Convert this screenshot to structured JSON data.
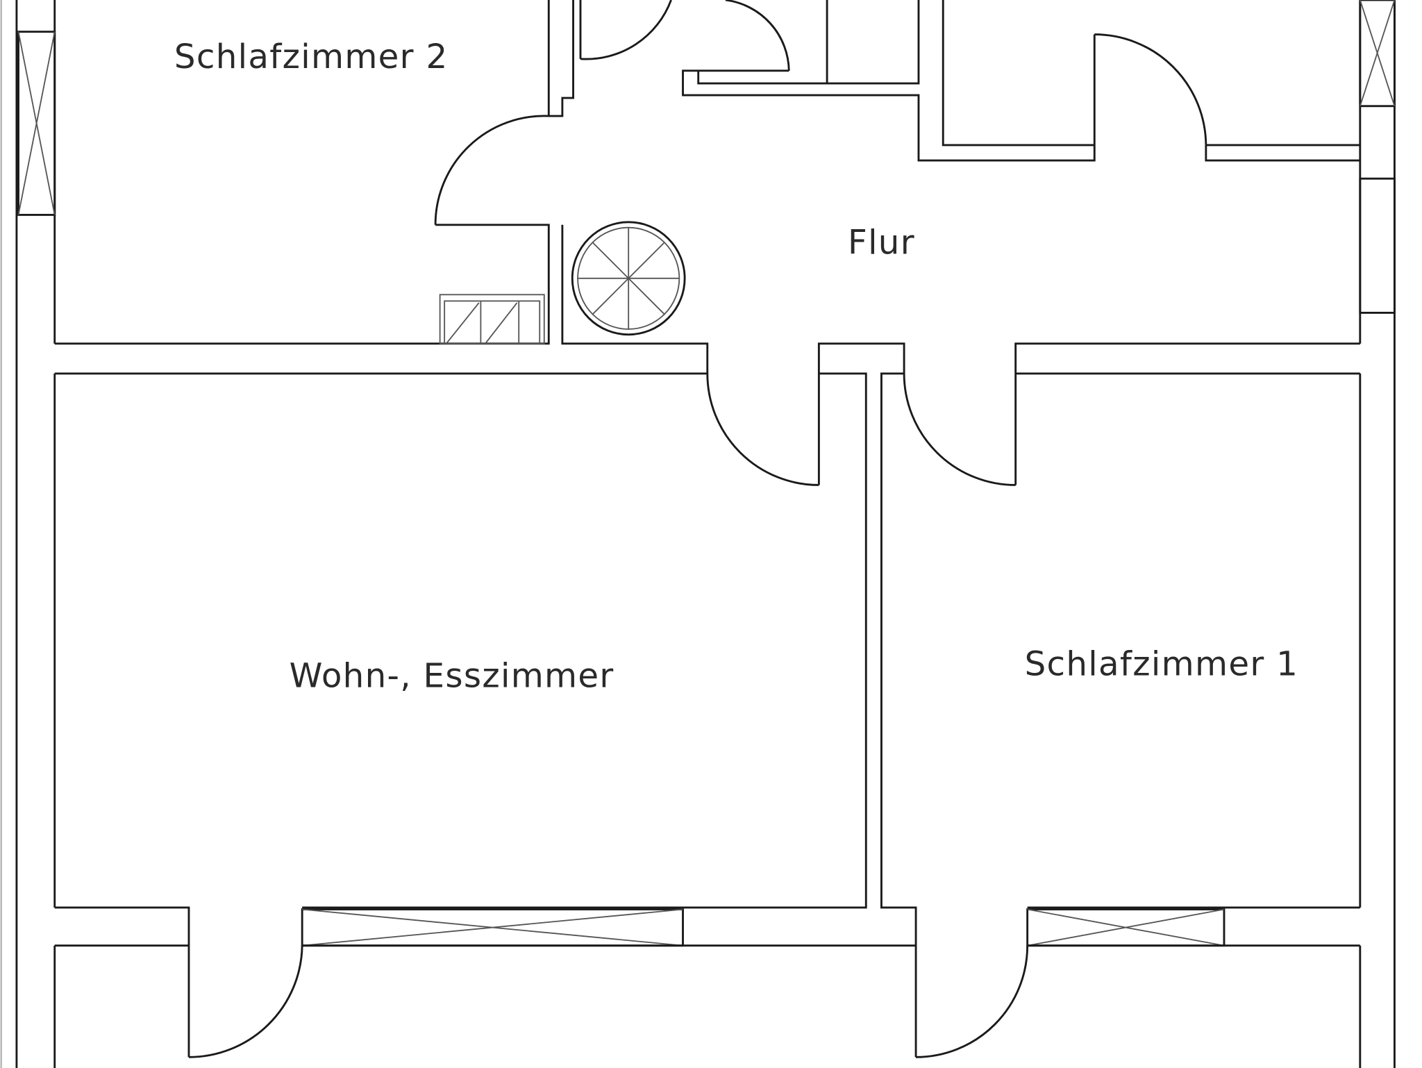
{
  "plan": {
    "rooms": [
      {
        "id": "schlafzimmer-2",
        "label": "Schlafzimmer 2"
      },
      {
        "id": "flur",
        "label": "Flur"
      },
      {
        "id": "wohn-esszimmer",
        "label": "Wohn-, Esszimmer"
      },
      {
        "id": "schlafzimmer-1",
        "label": "Schlafzimmer 1"
      }
    ],
    "colors": {
      "line": "#1a1a1a",
      "text": "#2a2a2a",
      "background": "#ffffff"
    }
  }
}
